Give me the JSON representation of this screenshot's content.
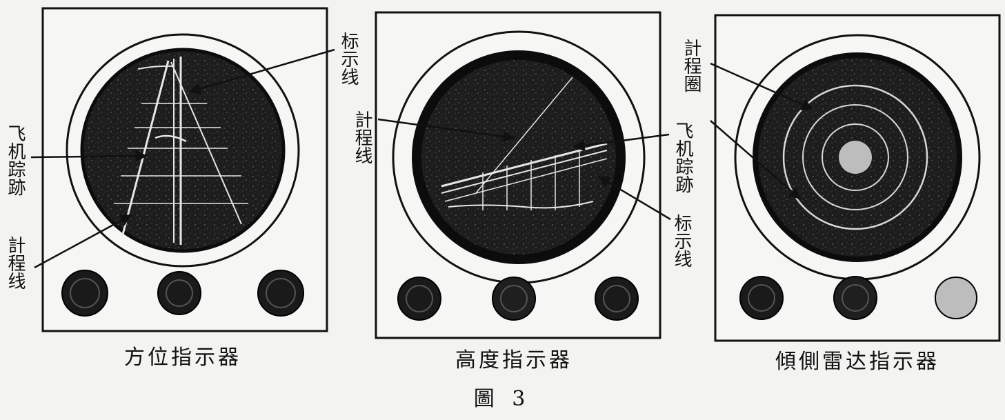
{
  "panels": [
    {
      "caption": "方位指示器",
      "labels": {
        "marker_line": "标示线",
        "aircraft_track": "飞机踪跡",
        "range_line": "計程线"
      }
    },
    {
      "caption": "高度指示器",
      "labels": {
        "range_line": "計程线",
        "aircraft_track": "飞机踪跡",
        "marker_line": "标示线"
      }
    },
    {
      "caption": "傾側雷达指示器",
      "labels": {
        "range_circle": "計程圈"
      }
    }
  ],
  "figure_number": "圖 3",
  "colors": {
    "ink": "#111111",
    "paper": "#f3f3f1",
    "screen": "#1c1c1c"
  }
}
